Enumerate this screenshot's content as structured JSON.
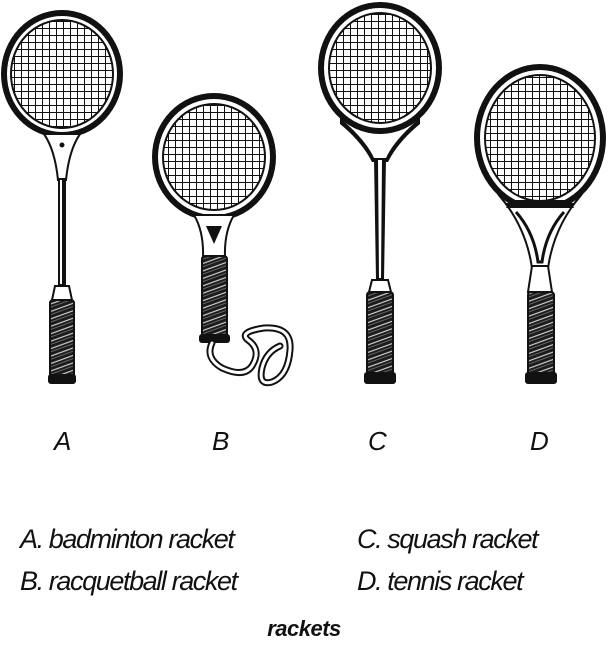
{
  "rackets": [
    {
      "letter": "A",
      "name": "badminton racket"
    },
    {
      "letter": "B",
      "name": "racquetball racket"
    },
    {
      "letter": "C",
      "name": "squash racket"
    },
    {
      "letter": "D",
      "name": "tennis racket"
    }
  ],
  "captions": {
    "a": "A.  badminton racket",
    "b": "B.  racquetball racket",
    "c": "C.  squash racket",
    "d": "D.  tennis racket"
  },
  "title": "rackets",
  "icons": [
    "badminton-racket-icon",
    "racquetball-racket-icon",
    "squash-racket-icon",
    "tennis-racket-icon"
  ]
}
